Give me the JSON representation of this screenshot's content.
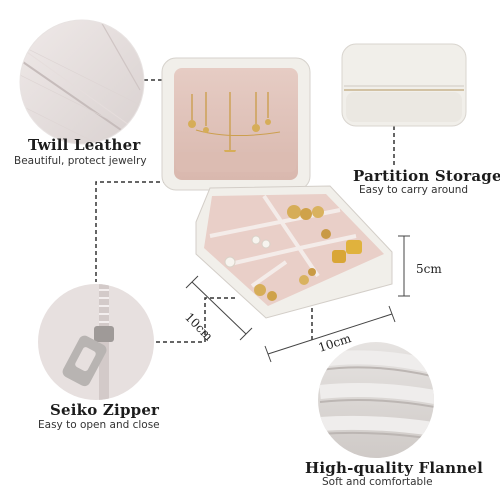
{
  "features": {
    "leather": {
      "title": "Twill Leather",
      "subtitle": "Beautiful, protect jewelry"
    },
    "partition": {
      "title": "Partition Storage",
      "subtitle": "Easy to carry around"
    },
    "zipper": {
      "title": "Seiko Zipper",
      "subtitle": "Easy to open and close"
    },
    "flannel": {
      "title": "High-quality Flannel",
      "subtitle": "Soft and comfortable"
    }
  },
  "dimensions": {
    "depth": "10cm",
    "width": "10cm",
    "height": "5cm"
  },
  "colors": {
    "box_white": "#f1efea",
    "lining_pink": "#e9cfc8",
    "gold": "#d6ad58"
  }
}
